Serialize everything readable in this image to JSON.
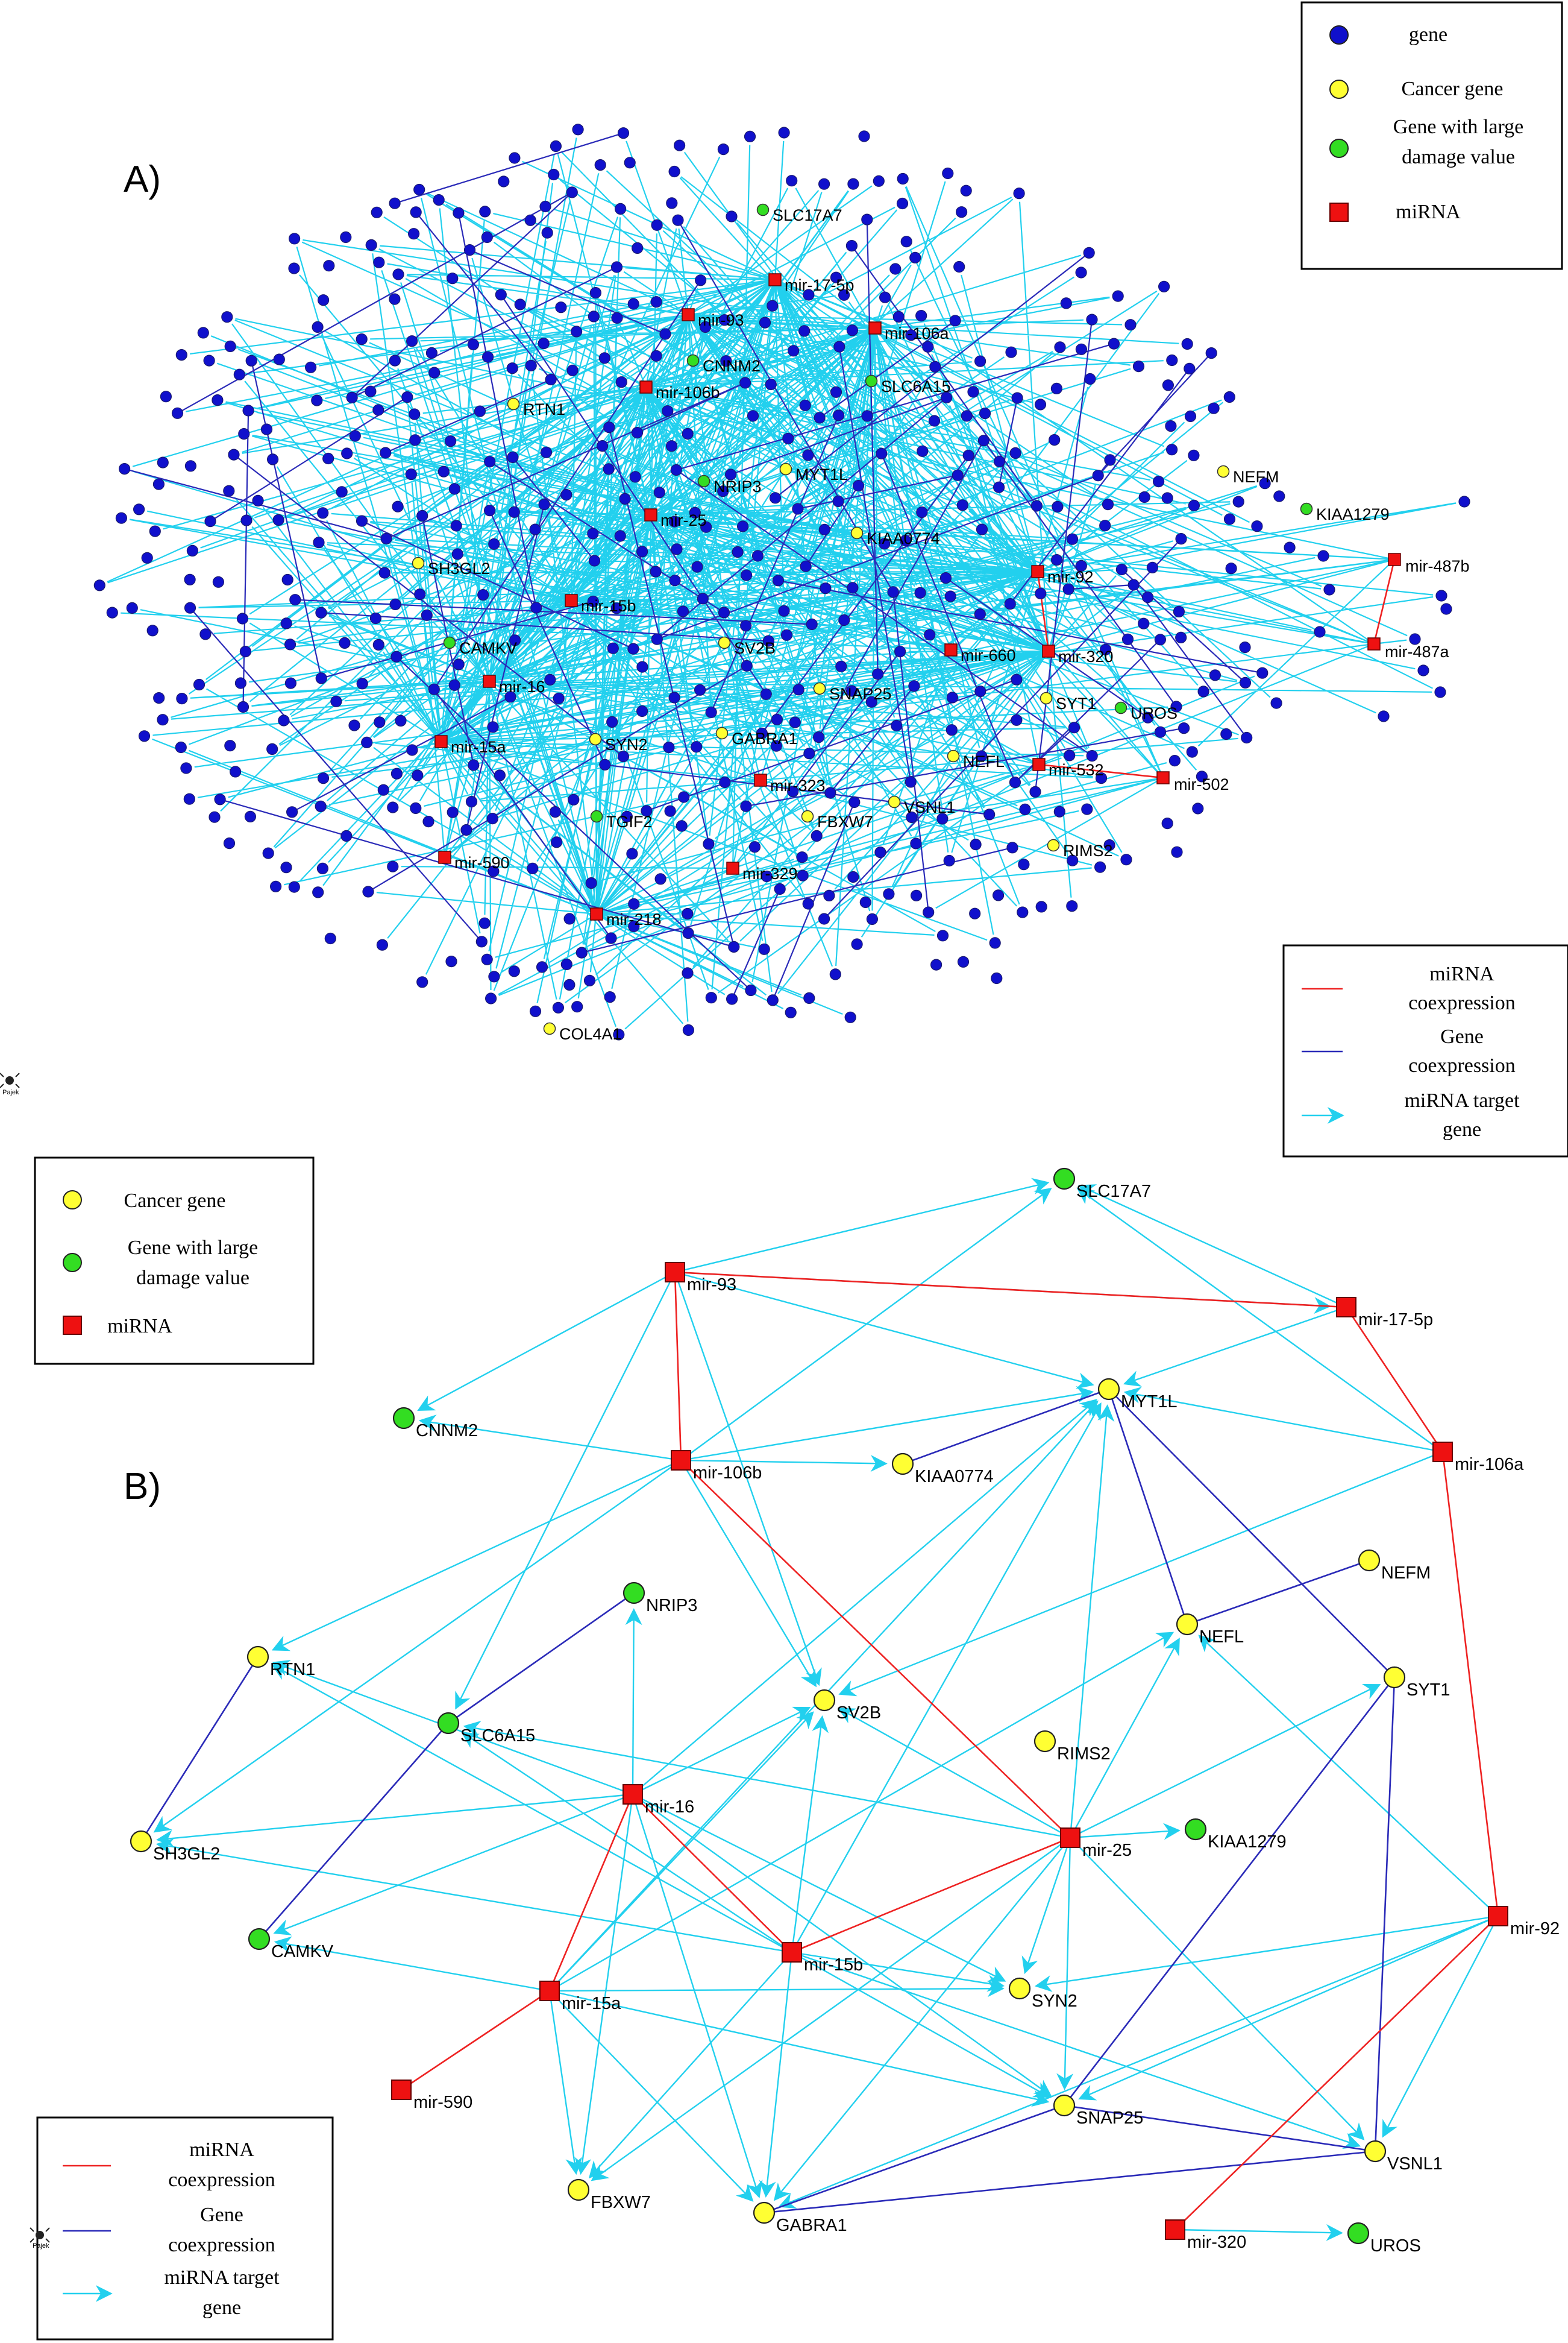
{
  "panel_a": {
    "label": "A)",
    "named_nodes": [
      {
        "id": "SLC17A7",
        "type": "damage"
      },
      {
        "id": "mir-17-5p",
        "type": "mirna"
      },
      {
        "id": "mir-93",
        "type": "mirna"
      },
      {
        "id": "mir-106a",
        "type": "mirna"
      },
      {
        "id": "CNNM2",
        "type": "damage"
      },
      {
        "id": "mir-106b",
        "type": "mirna"
      },
      {
        "id": "SLC6A15",
        "type": "damage"
      },
      {
        "id": "RTN1",
        "type": "cancer"
      },
      {
        "id": "NEFM",
        "type": "cancer"
      },
      {
        "id": "NRIP3",
        "type": "damage"
      },
      {
        "id": "MYT1L",
        "type": "cancer"
      },
      {
        "id": "KIAA1279",
        "type": "damage"
      },
      {
        "id": "mir-25",
        "type": "mirna"
      },
      {
        "id": "KIAA0774",
        "type": "cancer"
      },
      {
        "id": "SH3GL2",
        "type": "cancer"
      },
      {
        "id": "mir-92",
        "type": "mirna"
      },
      {
        "id": "mir-487b",
        "type": "mirna"
      },
      {
        "id": "mir-15b",
        "type": "mirna"
      },
      {
        "id": "mir-487a",
        "type": "mirna"
      },
      {
        "id": "CAMKV",
        "type": "damage"
      },
      {
        "id": "SV2B",
        "type": "cancer"
      },
      {
        "id": "mir-660",
        "type": "mirna"
      },
      {
        "id": "mir-320",
        "type": "mirna"
      },
      {
        "id": "mir-16",
        "type": "mirna"
      },
      {
        "id": "SNAP25",
        "type": "cancer"
      },
      {
        "id": "SYT1",
        "type": "cancer"
      },
      {
        "id": "UROS",
        "type": "damage"
      },
      {
        "id": "mir-15a",
        "type": "mirna"
      },
      {
        "id": "SYN2",
        "type": "cancer"
      },
      {
        "id": "GABRA1",
        "type": "cancer"
      },
      {
        "id": "NEFL",
        "type": "cancer"
      },
      {
        "id": "mir-532",
        "type": "mirna"
      },
      {
        "id": "mir-502",
        "type": "mirna"
      },
      {
        "id": "mir-323",
        "type": "mirna"
      },
      {
        "id": "VSNL1",
        "type": "cancer"
      },
      {
        "id": "TGIF2",
        "type": "damage"
      },
      {
        "id": "FBXW7",
        "type": "cancer"
      },
      {
        "id": "RIMS2",
        "type": "cancer"
      },
      {
        "id": "mir-590",
        "type": "mirna"
      },
      {
        "id": "mir-329",
        "type": "mirna"
      },
      {
        "id": "mir-218",
        "type": "mirna"
      },
      {
        "id": "COL4A1",
        "type": "cancer"
      }
    ],
    "legend_nodes": [
      {
        "shape": "circle",
        "color": "#1010cc",
        "label": [
          "gene"
        ]
      },
      {
        "shape": "circle",
        "color": "#ffff33",
        "label": [
          "Cancer gene"
        ]
      },
      {
        "shape": "circle",
        "color": "#33dd22",
        "label": [
          "Gene with large",
          "damage value"
        ]
      },
      {
        "shape": "square",
        "color": "#ee1111",
        "label": [
          "miRNA"
        ]
      }
    ],
    "legend_edges": [
      {
        "kind": "line",
        "color": "#ee2222",
        "label": [
          "miRNA",
          "coexpression"
        ]
      },
      {
        "kind": "line",
        "color": "#2a2ab8",
        "label": [
          "Gene",
          "coexpression"
        ]
      },
      {
        "kind": "arrow",
        "color": "#22d0ee",
        "label": [
          "miRNA target",
          "gene"
        ]
      }
    ],
    "watermark": "Pajek"
  },
  "panel_b": {
    "label": "B)",
    "nodes": [
      {
        "id": "SLC17A7",
        "type": "damage"
      },
      {
        "id": "mir-93",
        "type": "mirna"
      },
      {
        "id": "mir-17-5p",
        "type": "mirna"
      },
      {
        "id": "CNNM2",
        "type": "damage"
      },
      {
        "id": "MYT1L",
        "type": "cancer"
      },
      {
        "id": "mir-106a",
        "type": "mirna"
      },
      {
        "id": "mir-106b",
        "type": "mirna"
      },
      {
        "id": "KIAA0774",
        "type": "cancer"
      },
      {
        "id": "NRIP3",
        "type": "damage"
      },
      {
        "id": "NEFM",
        "type": "cancer"
      },
      {
        "id": "NEFL",
        "type": "cancer"
      },
      {
        "id": "RTN1",
        "type": "cancer"
      },
      {
        "id": "SV2B",
        "type": "cancer"
      },
      {
        "id": "SYT1",
        "type": "cancer"
      },
      {
        "id": "SLC6A15",
        "type": "damage"
      },
      {
        "id": "RIMS2",
        "type": "cancer"
      },
      {
        "id": "mir-16",
        "type": "mirna"
      },
      {
        "id": "mir-25",
        "type": "mirna"
      },
      {
        "id": "KIAA1279",
        "type": "damage"
      },
      {
        "id": "SH3GL2",
        "type": "cancer"
      },
      {
        "id": "CAMKV",
        "type": "damage"
      },
      {
        "id": "mir-15b",
        "type": "mirna"
      },
      {
        "id": "mir-92",
        "type": "mirna"
      },
      {
        "id": "mir-15a",
        "type": "mirna"
      },
      {
        "id": "SYN2",
        "type": "cancer"
      },
      {
        "id": "mir-590",
        "type": "mirna"
      },
      {
        "id": "SNAP25",
        "type": "cancer"
      },
      {
        "id": "VSNL1",
        "type": "cancer"
      },
      {
        "id": "FBXW7",
        "type": "cancer"
      },
      {
        "id": "mir-320",
        "type": "mirna"
      },
      {
        "id": "UROS",
        "type": "damage"
      },
      {
        "id": "GABRA1",
        "type": "cancer"
      }
    ],
    "mirna_coexpression": [
      [
        "mir-93",
        "mir-17-5p"
      ],
      [
        "mir-93",
        "mir-106b"
      ],
      [
        "mir-17-5p",
        "mir-106a"
      ],
      [
        "mir-106a",
        "mir-92"
      ],
      [
        "mir-106b",
        "mir-25"
      ],
      [
        "mir-16",
        "mir-15a"
      ],
      [
        "mir-16",
        "mir-15b"
      ],
      [
        "mir-15b",
        "mir-25"
      ],
      [
        "mir-15a",
        "mir-590"
      ],
      [
        "mir-92",
        "mir-320"
      ]
    ],
    "gene_coexpression": [
      [
        "RTN1",
        "SH3GL2"
      ],
      [
        "NRIP3",
        "SLC6A15"
      ],
      [
        "SLC6A15",
        "CAMKV"
      ],
      [
        "KIAA0774",
        "MYT1L"
      ],
      [
        "MYT1L",
        "NEFL"
      ],
      [
        "MYT1L",
        "SYT1"
      ],
      [
        "NEFL",
        "NEFM"
      ],
      [
        "SYT1",
        "SNAP25"
      ],
      [
        "SYT1",
        "VSNL1"
      ],
      [
        "SNAP25",
        "VSNL1"
      ],
      [
        "SNAP25",
        "GABRA1"
      ],
      [
        "VSNL1",
        "GABRA1"
      ]
    ],
    "targets": [
      [
        "mir-93",
        "SLC17A7"
      ],
      [
        "mir-93",
        "CNNM2"
      ],
      [
        "mir-93",
        "MYT1L"
      ],
      [
        "mir-93",
        "SV2B"
      ],
      [
        "mir-93",
        "SLC6A15"
      ],
      [
        "mir-93",
        "mir-17-5p"
      ],
      [
        "mir-17-5p",
        "SLC17A7"
      ],
      [
        "mir-17-5p",
        "MYT1L"
      ],
      [
        "mir-106a",
        "MYT1L"
      ],
      [
        "mir-106a",
        "SV2B"
      ],
      [
        "mir-106a",
        "SLC17A7"
      ],
      [
        "mir-106b",
        "CNNM2"
      ],
      [
        "mir-106b",
        "KIAA0774"
      ],
      [
        "mir-106b",
        "RTN1"
      ],
      [
        "mir-106b",
        "SV2B"
      ],
      [
        "mir-106b",
        "SLC17A7"
      ],
      [
        "mir-106b",
        "MYT1L"
      ],
      [
        "mir-106b",
        "SH3GL2"
      ],
      [
        "mir-16",
        "NRIP3"
      ],
      [
        "mir-16",
        "RTN1"
      ],
      [
        "mir-16",
        "SV2B"
      ],
      [
        "mir-16",
        "MYT1L"
      ],
      [
        "mir-16",
        "SH3GL2"
      ],
      [
        "mir-16",
        "SYN2"
      ],
      [
        "mir-16",
        "GABRA1"
      ],
      [
        "mir-16",
        "FBXW7"
      ],
      [
        "mir-16",
        "SNAP25"
      ],
      [
        "mir-16",
        "CAMKV"
      ],
      [
        "mir-15b",
        "RTN1"
      ],
      [
        "mir-15b",
        "SLC6A15"
      ],
      [
        "mir-15b",
        "SH3GL2"
      ],
      [
        "mir-15b",
        "SV2B"
      ],
      [
        "mir-15b",
        "MYT1L"
      ],
      [
        "mir-15b",
        "SYN2"
      ],
      [
        "mir-15b",
        "SNAP25"
      ],
      [
        "mir-15b",
        "VSNL1"
      ],
      [
        "mir-15b",
        "FBXW7"
      ],
      [
        "mir-15b",
        "GABRA1"
      ],
      [
        "mir-15a",
        "SV2B"
      ],
      [
        "mir-15a",
        "MYT1L"
      ],
      [
        "mir-15a",
        "SYN2"
      ],
      [
        "mir-15a",
        "FBXW7"
      ],
      [
        "mir-15a",
        "GABRA1"
      ],
      [
        "mir-15a",
        "SNAP25"
      ],
      [
        "mir-15a",
        "CAMKV"
      ],
      [
        "mir-15a",
        "NEFL"
      ],
      [
        "mir-25",
        "MYT1L"
      ],
      [
        "mir-25",
        "NEFL"
      ],
      [
        "mir-25",
        "SYT1"
      ],
      [
        "mir-25",
        "KIAA1279"
      ],
      [
        "mir-25",
        "SYN2"
      ],
      [
        "mir-25",
        "SNAP25"
      ],
      [
        "mir-25",
        "VSNL1"
      ],
      [
        "mir-25",
        "FBXW7"
      ],
      [
        "mir-25",
        "GABRA1"
      ],
      [
        "mir-25",
        "SLC6A15"
      ],
      [
        "mir-25",
        "SV2B"
      ],
      [
        "mir-92",
        "SYN2"
      ],
      [
        "mir-92",
        "SNAP25"
      ],
      [
        "mir-92",
        "VSNL1"
      ],
      [
        "mir-92",
        "NEFL"
      ],
      [
        "mir-92",
        "GABRA1"
      ],
      [
        "mir-320",
        "UROS"
      ]
    ],
    "legend_nodes": [
      {
        "shape": "circle",
        "color": "#ffff33",
        "label": [
          "Cancer gene"
        ]
      },
      {
        "shape": "circle",
        "color": "#33dd22",
        "label": [
          "Gene with large",
          "damage value"
        ]
      },
      {
        "shape": "square",
        "color": "#ee1111",
        "label": [
          "miRNA"
        ]
      }
    ],
    "legend_edges": [
      {
        "kind": "line",
        "color": "#ee2222",
        "label": [
          "miRNA",
          "coexpression"
        ]
      },
      {
        "kind": "line",
        "color": "#2a2ab8",
        "label": [
          "Gene",
          "coexpression"
        ]
      },
      {
        "kind": "arrow",
        "color": "#22d0ee",
        "label": [
          "miRNA target",
          "gene"
        ]
      }
    ],
    "watermark": "Pajek"
  },
  "colors": {
    "gene": "#1010cc",
    "cancer": "#ffff33",
    "damage": "#33dd22",
    "mirna": "#ee1111",
    "target_edge": "#22d0ee",
    "gene_edge": "#2a2ab8",
    "mirna_edge": "#ee2222"
  }
}
